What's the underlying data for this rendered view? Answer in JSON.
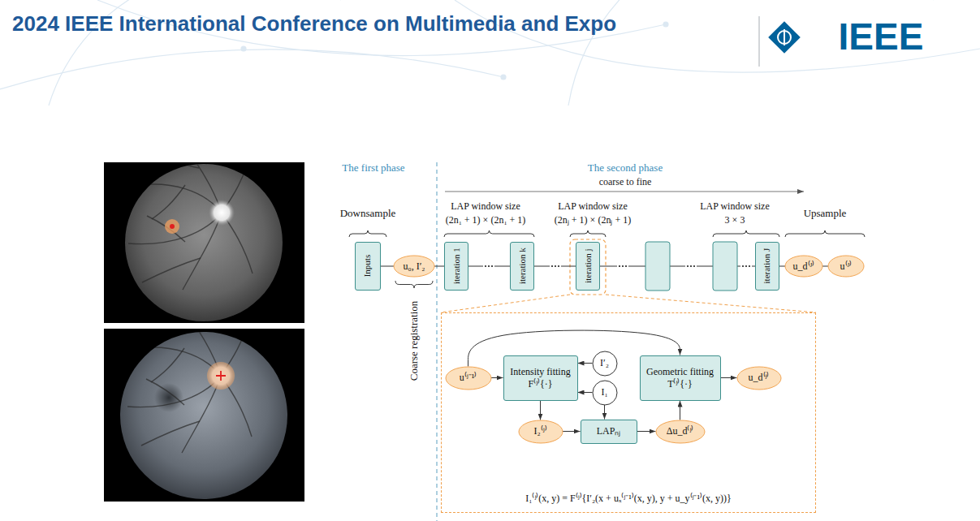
{
  "diagram": {
    "title": "2024 IEEE International Conference on Multimedia and Expo",
    "nodes": [
      {
        "text": [
          "Inputs"
        ]
      },
      {
        "text": [
          "u₀, I′₂"
        ]
      },
      {
        "text": [
          "iteration 1"
        ]
      },
      {
        "text": [
          "iteration k"
        ]
      },
      {
        "text": [
          "iteration j"
        ]
      },
      {
        "text": [
          "iteration J"
        ]
      },
      {
        "text": [
          "u_d⁽ᴶ⁾"
        ]
      },
      {
        "text": [
          "u⁽ᴶ⁾"
        ]
      },
      {
        "text": [
          "I₁⁽ʲ⁾(x, y) = F⁽ʲ⁾{I′₂(x + uₓ⁽ʲ⁻¹⁾(x, y), y + u_y⁽ʲ⁻¹⁾(x, y))}"
        ]
      },
      {
        "text": [
          "u⁽ʲ⁻¹⁾"
        ],
        "in": 8
      },
      {
        "text": [
          "Intensity fitting",
          "F⁽ʲ⁾{·}"
        ],
        "in": 8
      },
      {
        "text": [
          "I′₂"
        ],
        "in": 8
      },
      {
        "text": [
          "I₁"
        ],
        "in": 8
      },
      {
        "text": [
          "Geometric fitting",
          "T⁽ʲ⁾{·}"
        ],
        "in": 8
      },
      {
        "text": [
          "u_d⁽ʲ⁾"
        ],
        "in": 8
      },
      {
        "text": [
          "I₂⁽ʲ⁾"
        ],
        "in": 8
      },
      {
        "text": [
          "LAPₙⱼ"
        ],
        "in": 8
      },
      {
        "text": [
          "Δu_d⁽ʲ⁾"
        ],
        "in": 8
      }
    ],
    "edges": [
      {
        "from": 0,
        "to": 1,
        "arrow": "none"
      },
      {
        "from": 1,
        "to": 2,
        "arrow": "none"
      },
      {
        "from": 2,
        "to": 3,
        "arrow": "none"
      },
      {
        "from": 3,
        "to": 4,
        "arrow": "none"
      },
      {
        "from": 4,
        "to": 5,
        "arrow": "none"
      },
      {
        "from": 5,
        "to": 6,
        "arrow": "none"
      },
      {
        "from": 6,
        "to": 7,
        "arrow": "none"
      },
      {
        "from": 9,
        "to": 10,
        "arrow": "to"
      },
      {
        "from": 9,
        "to": 13,
        "arrow": "to"
      },
      {
        "from": 11,
        "to": 10,
        "arrow": "to"
      },
      {
        "from": 12,
        "to": 10,
        "arrow": "to"
      },
      {
        "from": 10,
        "to": 15,
        "arrow": "to"
      },
      {
        "from": 12,
        "to": 16,
        "arrow": "to"
      },
      {
        "from": 15,
        "to": 16,
        "arrow": "to"
      },
      {
        "from": 16,
        "to": 17,
        "arrow": "to"
      },
      {
        "from": 17,
        "to": 13,
        "arrow": "to"
      },
      {
        "from": 13,
        "to": 14,
        "arrow": "to"
      }
    ],
    "labels": [
      "IEEE",
      "The first phase",
      "The second phase",
      "coarse to fine",
      "Downsample",
      "LAP window size",
      "(2n₁ + 1) × (2n₁ + 1)",
      "LAP window size",
      "(2nⱼ + 1) × (2nⱼ + 1)",
      "LAP window size",
      "3 × 3",
      "Upsample",
      "Coarse registration"
    ]
  }
}
